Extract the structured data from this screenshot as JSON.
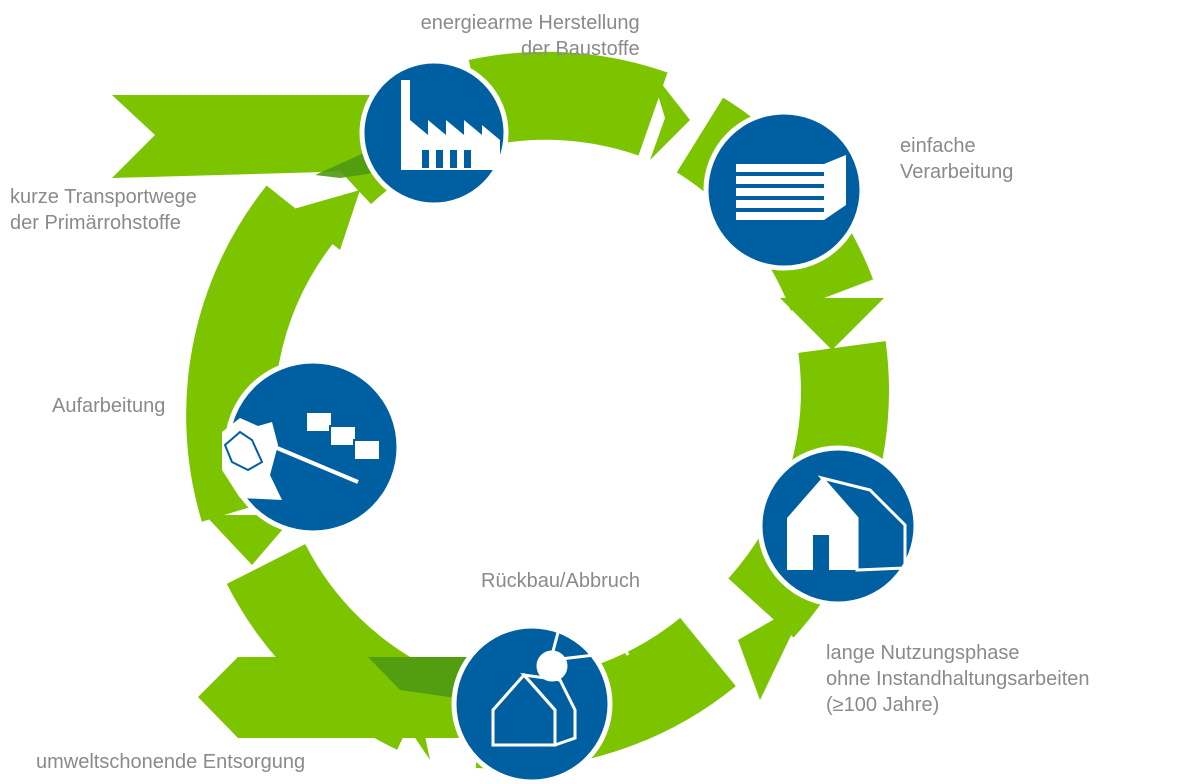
{
  "colors": {
    "arrow_green": "#7dc400",
    "arrow_overlap_green": "#4e9a12",
    "circle_blue": "#005fa0",
    "circle_ring": "#ffffff",
    "label_gray": "#8a8a8a"
  },
  "stages": [
    {
      "id": "herstellung",
      "icon": "factory-icon",
      "lines": [
        "energiearme Herstellung",
        "der Baustoffe"
      ]
    },
    {
      "id": "verarbeitung",
      "icon": "brick-wall-icon",
      "lines": [
        "einfache",
        "Verarbeitung"
      ]
    },
    {
      "id": "nutzung",
      "icon": "house-icon",
      "lines": [
        "lange Nutzungsphase",
        "ohne Instandhaltungsarbeiten",
        "(≥100 Jahre)"
      ]
    },
    {
      "id": "rueckbau",
      "icon": "demolition-crane-icon",
      "lines": [
        "Rückbau/Abbruch"
      ]
    },
    {
      "id": "aufarbeitung",
      "icon": "crushing-recycling-icon",
      "lines": [
        "Aufarbeitung"
      ]
    }
  ],
  "inputs": [
    {
      "id": "transport",
      "icon": "input-arrow-icon",
      "lines": [
        "kurze Transportwege",
        "der Primärrohstoffe"
      ]
    }
  ],
  "outputs": [
    {
      "id": "entsorgung",
      "icon": "output-arrow-icon",
      "lines": [
        "umweltschonende Entsorgung"
      ]
    }
  ]
}
